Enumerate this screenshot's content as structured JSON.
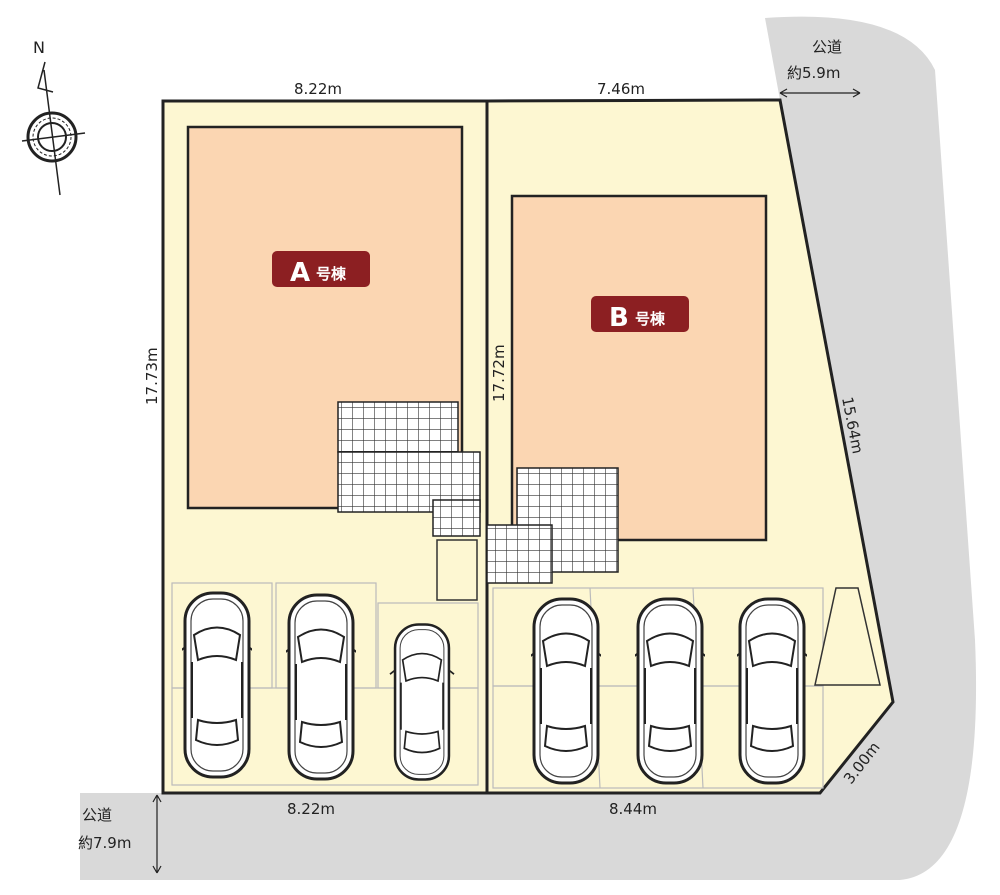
{
  "compass": {
    "north_label": "N"
  },
  "buildings": [
    {
      "letter": "A",
      "suffix": "号棟"
    },
    {
      "letter": "B",
      "suffix": "号棟"
    }
  ],
  "dimensions": {
    "lot_a_top": "8.22m",
    "lot_b_top": "7.46m",
    "lot_a_left": "17.73m",
    "lot_b_left": "17.72m",
    "lot_b_right": "15.64m",
    "corner_cut": "3.00m",
    "lot_a_bottom": "8.22m",
    "lot_b_bottom": "8.44m"
  },
  "roads": {
    "east": {
      "label": "公道",
      "width": "約5.9m"
    },
    "south": {
      "label": "公道",
      "width": "約7.9m"
    }
  },
  "colors": {
    "lot": "#fdf7d2",
    "building": "#fbd6b2",
    "road": "#d9d9d9",
    "badge": "#8c1f22"
  }
}
